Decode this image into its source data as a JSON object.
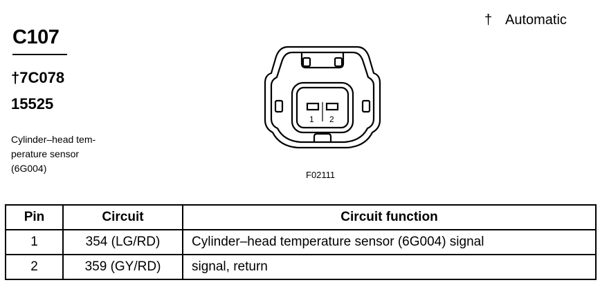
{
  "header": {
    "connector_id": "C107",
    "part_number": "†7C078",
    "base_number": "15525",
    "description_lines": [
      "Cylinder–head tem-",
      "perature sensor",
      "(6G004)"
    ]
  },
  "legend": {
    "symbol": "†",
    "text": "Automatic"
  },
  "figure": {
    "id": "F02111",
    "pin_labels": [
      "1",
      "2"
    ]
  },
  "table": {
    "headers": [
      "Pin",
      "Circuit",
      "Circuit function"
    ],
    "rows": [
      {
        "pin": "1",
        "circuit": "354 (LG/RD)",
        "function": "Cylinder–head temperature sensor (6G004) signal"
      },
      {
        "pin": "2",
        "circuit": "359 (GY/RD)",
        "function": "signal, return"
      }
    ]
  }
}
